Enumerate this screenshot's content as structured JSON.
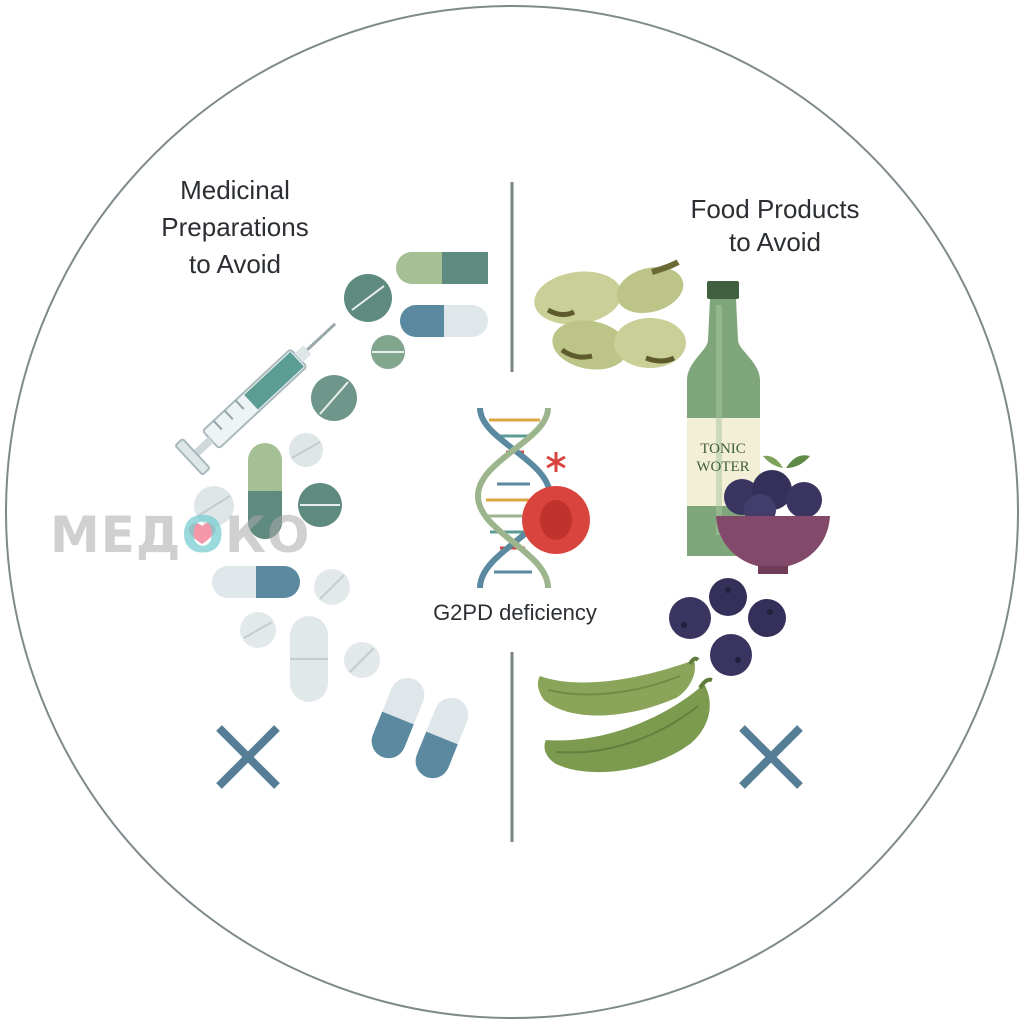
{
  "left_section": {
    "heading_lines": [
      "Medicinal",
      "Preparations",
      "to Avoid"
    ]
  },
  "right_section": {
    "heading_lines": [
      "Food Products",
      "to Avoid"
    ],
    "bottle_label_lines": [
      "TONIC",
      "WOTER"
    ]
  },
  "center": {
    "label": "G2PD deficiency"
  },
  "watermark": {
    "text_start": "МЕД",
    "text_o": "О",
    "text_end": "КО"
  },
  "icons": {
    "syringe": "syringe-icon",
    "pills": "pill-icon",
    "dna": "dna-helix-icon",
    "red_blood_cell": "red-blood-cell-icon",
    "asterisk": "asterisk-icon",
    "beans": "fava-bean-icon",
    "bottle": "tonic-water-bottle-icon",
    "blueberries": "blueberry-bowl-icon",
    "pods": "pea-pod-icon",
    "avoid_mark": "cross-mark-icon"
  },
  "colors": {
    "teal_dark": "#5f8a80",
    "teal_blue": "#5b8aa0",
    "sage": "#9db58c",
    "pale": "#dfe6e8",
    "divider": "#7a8486",
    "cross": "#557e96",
    "cell_red": "#d9453e",
    "berry": "#3a3560",
    "bowl": "#83496a",
    "bottle": "#7fa67a",
    "bean": "#c9cf97",
    "pod": "#8aa55a"
  }
}
